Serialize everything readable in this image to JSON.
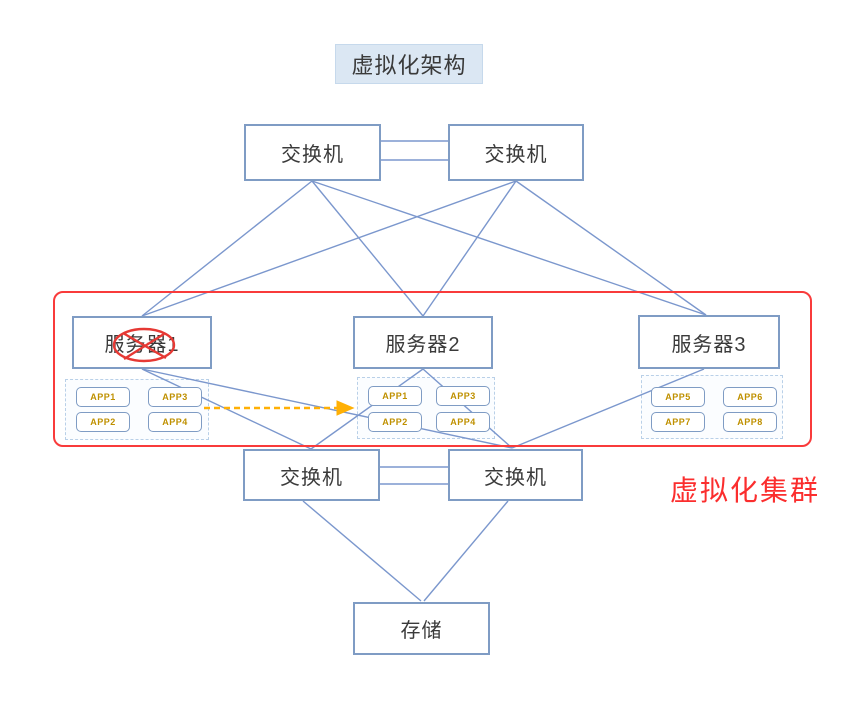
{
  "diagram_title": "虚拟化架构",
  "cluster_label": "虚拟化集群",
  "nodes": {
    "top_switch_1": "交换机",
    "top_switch_2": "交换机",
    "server_1": "服务器1",
    "server_2": "服务器2",
    "server_3": "服务器3",
    "bottom_switch_1": "交换机",
    "bottom_switch_2": "交换机",
    "storage": "存储"
  },
  "apps": {
    "server_1": [
      "APP1",
      "APP3",
      "APP2",
      "APP4"
    ],
    "server_2": [
      "APP1",
      "APP3",
      "APP2",
      "APP4"
    ],
    "server_3": [
      "APP5",
      "APP6",
      "APP7",
      "APP8"
    ]
  },
  "icons": {
    "failure_marker": "x-ellipse-icon",
    "migration_arrow": "dashed-arrow-right-icon"
  },
  "colors": {
    "connector_blue": "#7b97cd",
    "node_border_blue": "#7f9cc4",
    "app_text_gold": "#bf9000",
    "annotation_red": "#f93b3b",
    "arrow_orange": "#ffb005",
    "title_bg": "#dbe7f3"
  }
}
